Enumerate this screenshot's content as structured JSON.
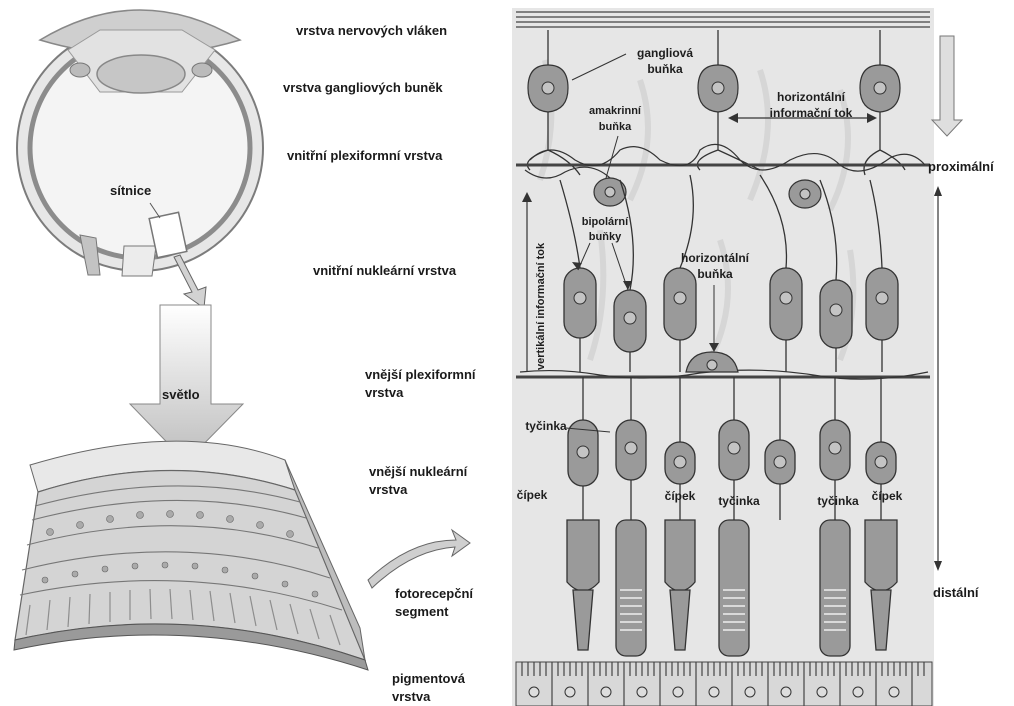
{
  "layer_labels": {
    "nerve_fiber": "vrstva nervových vláken",
    "ganglion_cell": "vrstva gangliových buněk",
    "inner_plexiform": "vnitřní plexiformní vrstva",
    "inner_nuclear": "vnitřní nukleární vrstva",
    "outer_plexiform_1": "vnější plexiformní",
    "outer_plexiform_2": "vrstva",
    "outer_nuclear_1": "vnější nukleární",
    "outer_nuclear_2": "vrstva",
    "photoreceptor_1": "fotorecepční",
    "photoreceptor_2": "segment",
    "pigment_1": "pigmentová",
    "pigment_2": "vrstva"
  },
  "eye_labels": {
    "retina": "sítnice",
    "light": "světlo"
  },
  "cell_labels": {
    "ganglion_1": "gangliová",
    "ganglion_2": "buňka",
    "amacrine_1": "amakrinní",
    "amacrine_2": "buňka",
    "horizontal_flow_1": "horizontální",
    "horizontal_flow_2": "informační tok",
    "bipolar_1": "bipolární",
    "bipolar_2": "buňky",
    "horizontal_cell_1": "horizontální",
    "horizontal_cell_2": "buňka",
    "vertical_flow": "vertikální informační tok",
    "rod_top": "tyčinka",
    "cone_left": "čípek",
    "cone_mid": "čípek",
    "rod_mid": "tyčinka",
    "rod_right": "tyčinka",
    "cone_right": "čípek"
  },
  "direction_labels": {
    "proximal": "proximální",
    "distal": "distální"
  },
  "colors": {
    "cell": "#9a9a9a",
    "nucleus": "#c4c4c4",
    "line": "#333333",
    "panel": "#e6e6e6"
  }
}
